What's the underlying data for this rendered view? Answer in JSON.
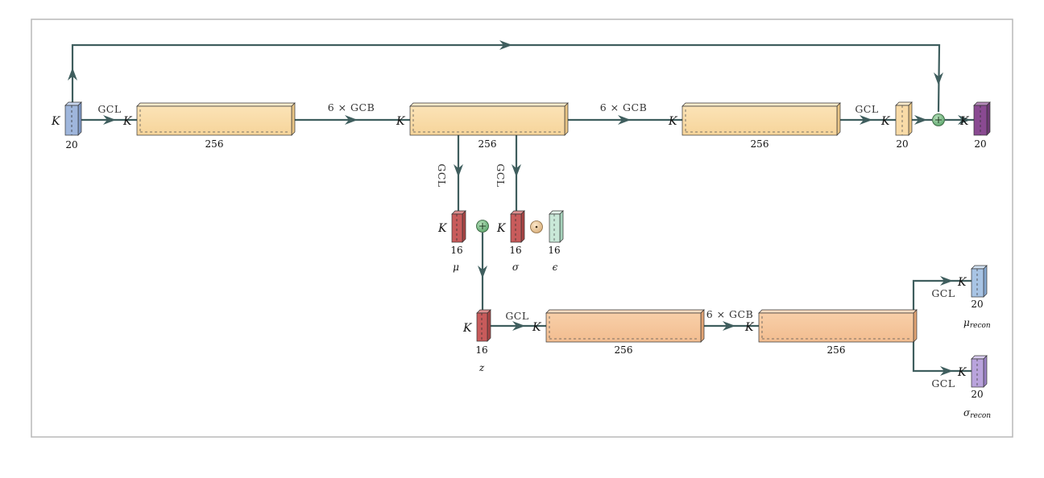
{
  "colors": {
    "wire": "#3f5e5e",
    "input_blue": "#9fb6dc",
    "wide_orange": "#f9dba7",
    "wide_salmon": "#f5c59c",
    "latent_red": "#c85b5b",
    "output_purple": "#8a4a92",
    "recon_mu_blue": "#a8c4e4",
    "recon_sigma_purple": "#b9a3dc",
    "eps_green": "#c9e8d8",
    "adder_green": "#7dbf86",
    "mult_tan": "#e9c79a"
  },
  "labels": {
    "k": "K",
    "gcl": "GCL",
    "gcb6": "6 × GCB",
    "d20": "20",
    "d256": "256",
    "d16": "16",
    "mu": "μ",
    "sigma": "σ",
    "epsilon": "ϵ",
    "z": "z",
    "mu_recon_base": "μ",
    "mu_recon_sub": "recon",
    "sigma_recon_base": "σ",
    "sigma_recon_sub": "recon"
  }
}
